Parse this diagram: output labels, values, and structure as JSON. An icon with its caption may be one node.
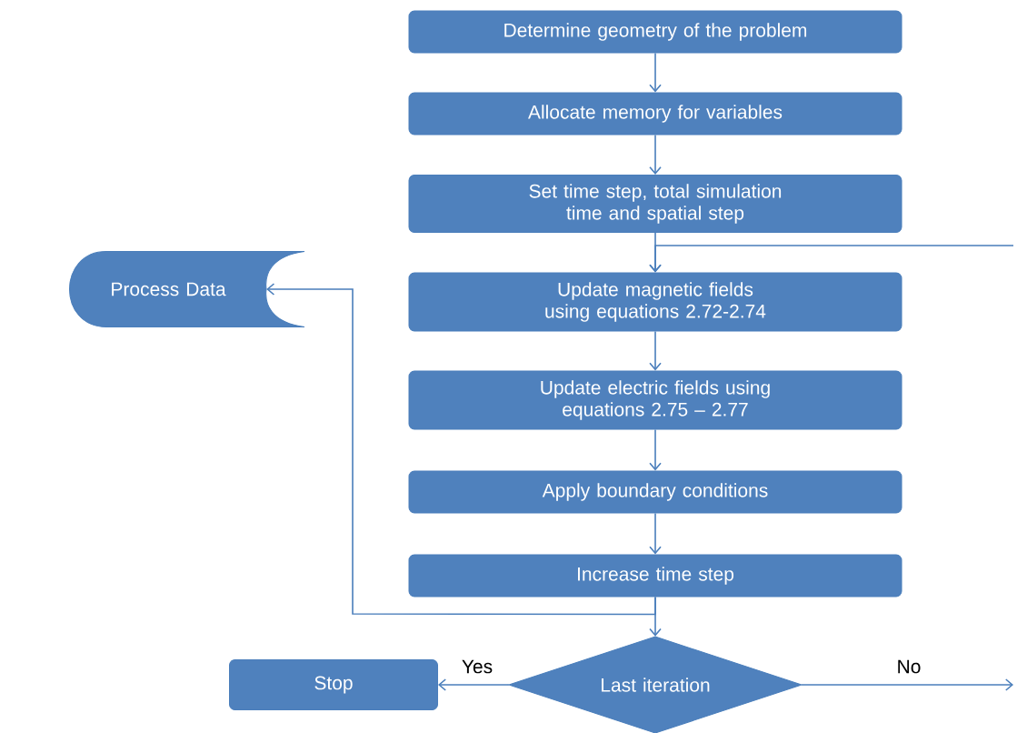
{
  "diagram": {
    "nodes": [
      {
        "text": [
          "Determine geometry of the problem"
        ]
      },
      {
        "text": [
          "Allocate  memory for variables"
        ]
      },
      {
        "text": [
          "Set time step, total simulation time and spatial step"
        ]
      },
      {
        "text": [
          "Process Data"
        ]
      },
      {
        "text": [
          "Update magnetic fields using equations 2.72-2.74"
        ]
      },
      {
        "text": [
          "Update electric fields using equations 2.75 – 2.77"
        ]
      },
      {
        "text": [
          "Apply boundary conditions"
        ]
      },
      {
        "text": [
          "Increase time step"
        ]
      },
      {
        "text": [
          "Last iteration"
        ]
      },
      {
        "text": [
          "Stop"
        ]
      }
    ],
    "edges": [
      {
        "from": 0,
        "to": 1,
        "arrow": "to"
      },
      {
        "from": 1,
        "to": 2,
        "arrow": "to"
      },
      {
        "from": 2,
        "to": 4,
        "arrow": "to"
      },
      {
        "from": 4,
        "to": 5,
        "arrow": "to"
      },
      {
        "from": 5,
        "to": 6,
        "arrow": "to"
      },
      {
        "from": 6,
        "to": 7,
        "arrow": "to"
      },
      {
        "from": 7,
        "to": 8,
        "arrow": "to"
      },
      {
        "from": 7,
        "to": 3,
        "arrow": "to"
      },
      {
        "from": 8,
        "to": 9,
        "arrow": "to",
        "label": "Yes"
      },
      {
        "from": 8,
        "to": null,
        "arrow": "to",
        "label": "No"
      },
      {
        "from": null,
        "to": 4,
        "arrow": "to"
      }
    ]
  }
}
